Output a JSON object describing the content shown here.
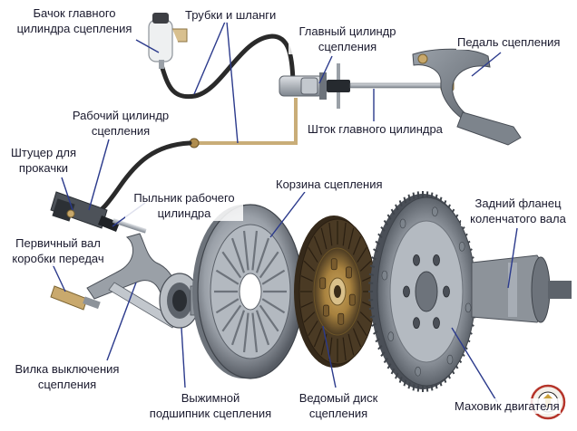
{
  "labels": {
    "reservoir": [
      "Бачок главного",
      "цилиндра сцепления"
    ],
    "tubes": "Трубки и шланги",
    "master_cylinder": [
      "Главный цилиндр",
      "сцепления"
    ],
    "pedal": "Педаль сцепления",
    "slave_cylinder": [
      "Рабочий цилиндр",
      "сцепления"
    ],
    "master_rod": "Шток главного цилиндра",
    "bleeder": [
      "Штуцер для",
      "прокачки"
    ],
    "slave_boot": [
      "Пыльник рабочего",
      "цилиндра"
    ],
    "basket": "Корзина сцепления",
    "rear_flange": [
      "Задний фланец",
      "коленчатого вала"
    ],
    "input_shaft": [
      "Первичный вал",
      "коробки передач"
    ],
    "release_fork": [
      "Вилка выключения",
      "сцепления"
    ],
    "release_bearing": [
      "Выжимной",
      "подшипник сцепления"
    ],
    "driven_disc": [
      "Ведомый диск",
      "сцепления"
    ],
    "flywheel": "Маховик двигателя"
  },
  "colors": {
    "pointer": "#2b3a8c",
    "metal_dark": "#4a4f57",
    "metal_mid": "#8c939c",
    "metal_light": "#c9ced4",
    "brass": "#c8a86b",
    "friction": "#8a6a3a",
    "hose": "#2a2a2a"
  },
  "watermark_icon": "gear-logo-icon"
}
